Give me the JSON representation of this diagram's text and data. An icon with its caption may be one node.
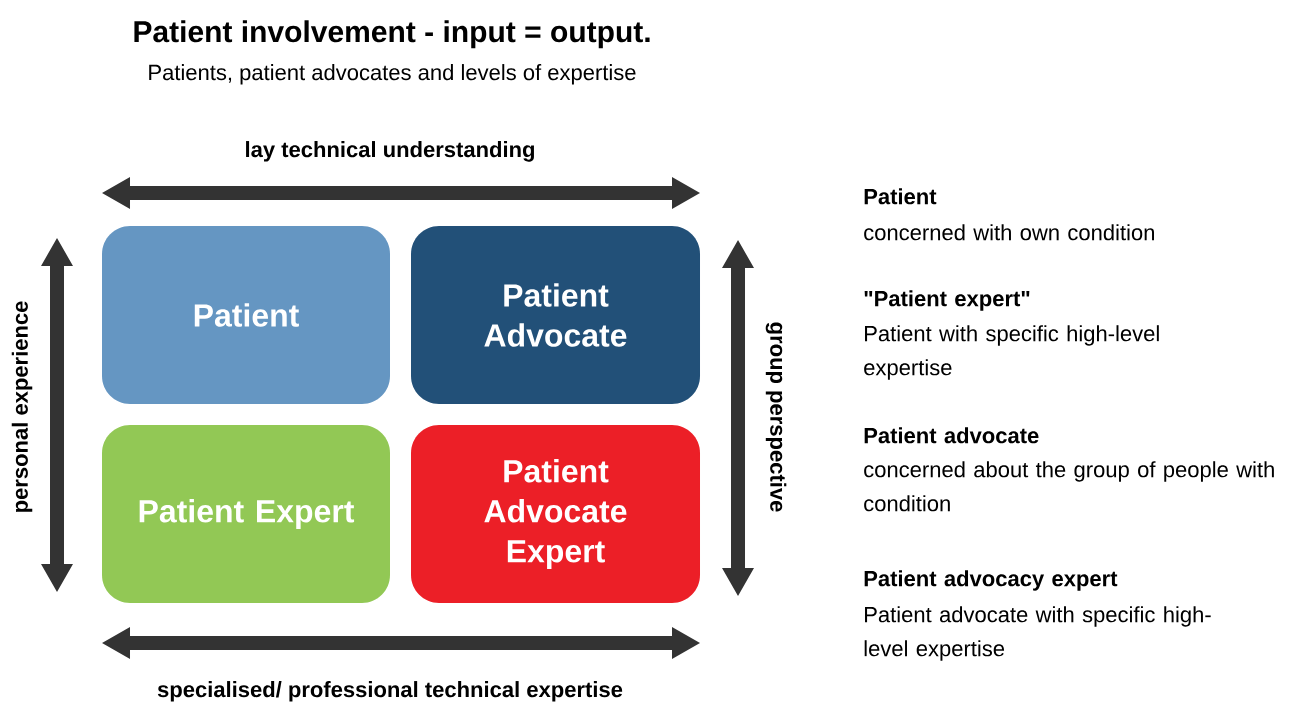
{
  "diagram": {
    "title": "Patient involvement - input = output.",
    "nodes": [
      {
        "text": [
          "Patient"
        ]
      },
      {
        "text": [
          "Patient Advocate"
        ]
      },
      {
        "text": [
          "Patient Expert"
        ]
      },
      {
        "text": [
          "Patient Advocate Expert"
        ]
      }
    ],
    "labels": [
      "Patients, patient advocates and levels of expertise",
      "lay technical understanding",
      "personal experience",
      "group perspective",
      "specialised/ professional technical expertise",
      "Patient",
      "concerned with own condition",
      "\"Patient expert\"",
      "Patient with specific high-level expertise",
      "Patient advocate",
      "concerned about the group of people with condition",
      "Patient advocacy expert",
      "Patient advocate with specific high-level expertise"
    ]
  }
}
